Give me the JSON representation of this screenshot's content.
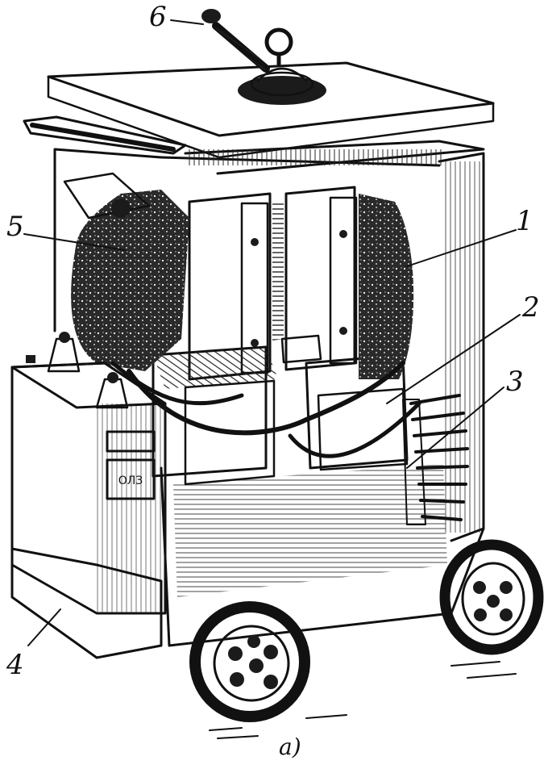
{
  "figure": {
    "callouts": [
      {
        "id": "1",
        "label": "1"
      },
      {
        "id": "2",
        "label": "2"
      },
      {
        "id": "3",
        "label": "3"
      },
      {
        "id": "4",
        "label": "4"
      },
      {
        "id": "5",
        "label": "5"
      },
      {
        "id": "6",
        "label": "6"
      }
    ],
    "caption": "а)",
    "device_panel_text": "ОЛЗ"
  }
}
